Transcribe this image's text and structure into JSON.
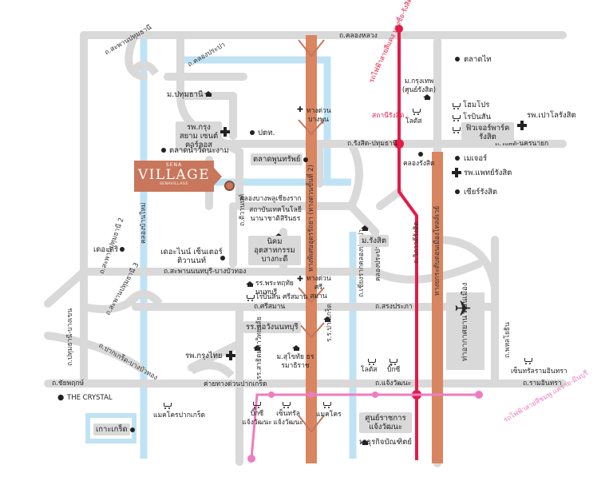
{
  "colors": {
    "road": "#d9d9d9",
    "canal": "#bfe3f4",
    "tollway": "#c8765c",
    "red_line": "#e11d48",
    "pink_line": "#ee7cc0",
    "orange_line": "#d9855f"
  },
  "project": {
    "brand_top": "SENA",
    "brand_name": "VILLAGE",
    "brand_sub": "SENAVILLAGE"
  },
  "roads": {
    "khlong_luang": "ถ.คลองหลวง",
    "rangsit_pathum": "ถ.รังสิต-ปทุมธานี",
    "rangsit_nakhon_nayok": "ถ.รังสิต-นครนายก",
    "sapan_nonthaburi_bang_bua_thong": "ถ.สะพานนนทบุรี-บางบัวทอง",
    "srisaman": "ถ.ศรีสมาน",
    "songprapa": "ถ.สรงประภา",
    "chaengwattana": "ถ.แจ้งวัฒนะ",
    "chaiyaphruek": "ถ.ชัยพฤกษ์",
    "ram_intra": "ถ.รามอินทรา",
    "tiwanon": "ถ.ติวานนท์",
    "phahonyothin": "ถ.พหลโยธิน",
    "vibhavadi": "ถ.วิภาวดีรังสิต",
    "chiang_rak_khlong_prapa": "ถ.เชียงรากคลองประปา",
    "khlong_prapa": "คลองประปา",
    "pak_kret_expressway": "ค่ายทางด่วนปากเกร็ด",
    "khlong_bang_phai": "คลองบางพลูเชียงราก",
    "bangkok_nonthaburi": "ถ.ปากเกร็ด-บางบัวทอง",
    "sapan_pathum": "ถ.สะพานปทุมธานี",
    "sapan_pathum_2": "ถ.สะพานปทุมธานี 2",
    "sapan_pathum_3": "ถ.สะพานปทุมธานี 3",
    "tiwanon_side": "ถ.คลองประปา",
    "pathum_bang_khen": "ถ.ปทุมธานี-บางเขน",
    "khlong_bangkok_noi": "คลองบ้านใหม่",
    "tollway_label": "ทางพิเศษอุดรรัถยา (ทางด่วนขั้นที่ 2)",
    "don_muang_tollway": "ทางยกระดับดอนเมืองโทลล์เวย์",
    "pink_rail": "รถไฟฟ้าสายสีชมพู แคราย-มีนบุรี",
    "red_rail": "รถไฟฟ้าสายสีแดง บางซื่อ-รังสิต"
  },
  "places": {
    "mu_pathumthani": "ม.ปทุมธานี",
    "rp_krungsiam": "รพ.กรุงสยาม เซนต์คาร์ลอส",
    "talat_wat_chang": "ตลาดน้ำวัดนะงาม",
    "pathum_office": "ปตท.",
    "talat_phunsap": "ตลาดพูนทรัพย์",
    "sathaban": "สถาบันเทคโนโลยี นานาชาติสิรินธร",
    "nikhom": "นิคมอุตสาหกรรม บางกะดี",
    "mu_rangsit": "ม.รังสิต",
    "the_crystal": "THE CRYSTAL",
    "khe_nine": "เดอะไนน์ เซ็นเตอร์ ติวานนท์",
    "dekori": "เดอะกริ",
    "rr_phrakai": "รร.พระหฤทัย นนทบุรี",
    "lotus_srisaman": "โรบินสัน ศรีสมาน",
    "rr_horawang": "รร.หอวังนนทบุรี",
    "rp_krungthai": "รพ.กรุงไทย",
    "rr_satit": "รร.สาธิตมหาวิทยาลัย",
    "mu_sukhothai": "ม.สุโขทัย ธรรมาธิราช",
    "sabaisawan": "ร.ร.ปากเกร็ด",
    "makro": "แมคโคร",
    "big_c": "บิ๊กซี",
    "lotus": "โลตัส",
    "central": "เซ็นทรัล แจ้งวัฒนะ",
    "bigc_chaeng": "บิ๊กซี แจ้งวัฒนะ",
    "koh_kret": "เกาะเกร็ด",
    "makro_pakkret": "แมคโครปากเกร็ด",
    "government_center": "ศูนย์ราชการ แจ้งวัฒนะ",
    "mu_dhurakij": "ม.ธุรกิจบัณฑิตย์",
    "don_mueang_airport": "ท่าอากาศยาน ดอนเมือง",
    "central_ramintra": "เซ็นทรัลรามอินทรา",
    "talat_thai": "ตลาดไท",
    "homepro": "โฮมโปร",
    "robinson": "โรบินสัน",
    "future_park": "ฟิวเจอร์พาร์ค รังสิต",
    "rp_paolo": "รพ.เปาโลรังสิต",
    "major": "เมเจอร์",
    "rp_phat": "รพ.แพทย์รังสิต",
    "zeer": "เซียร์รังสิต",
    "mu_kasem": "ม.กรุงเทพ (ศูนย์รังสิต)",
    "lotus_rangsit": "โลตัส",
    "laplaza": "คลองรังสิต",
    "rangsit_station": "สถานีรังสิต",
    "expressway_bangphun": "ทางด่วน บางพูน",
    "expressway_srisaman": "ทางด่วน ศรีสมาน",
    "don_muang_station": "ถ.วิภาวดีรังสิต"
  }
}
